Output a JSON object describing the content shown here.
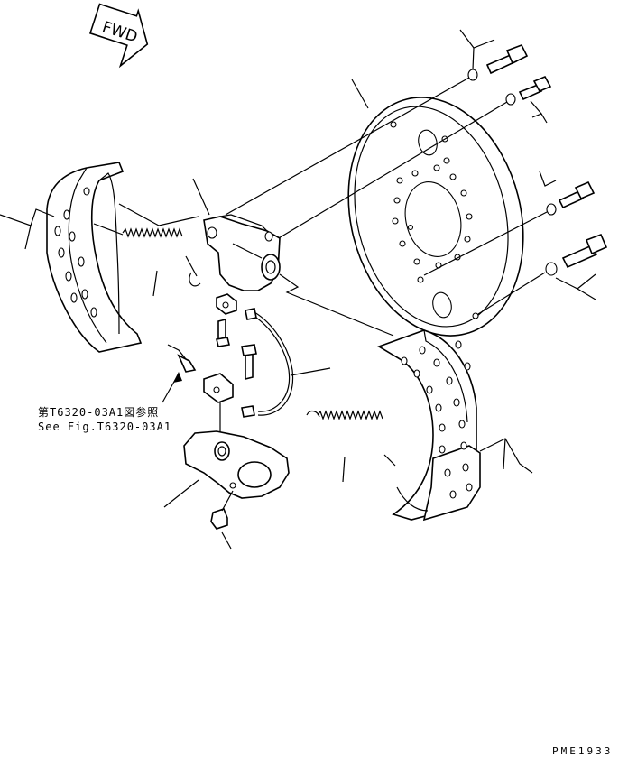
{
  "fwd_mark": "FWD",
  "reference_note": {
    "japanese": "第T6320-03A1図参照",
    "english": "See Fig.T6320-03A1"
  },
  "drawing_code": "PME1933"
}
